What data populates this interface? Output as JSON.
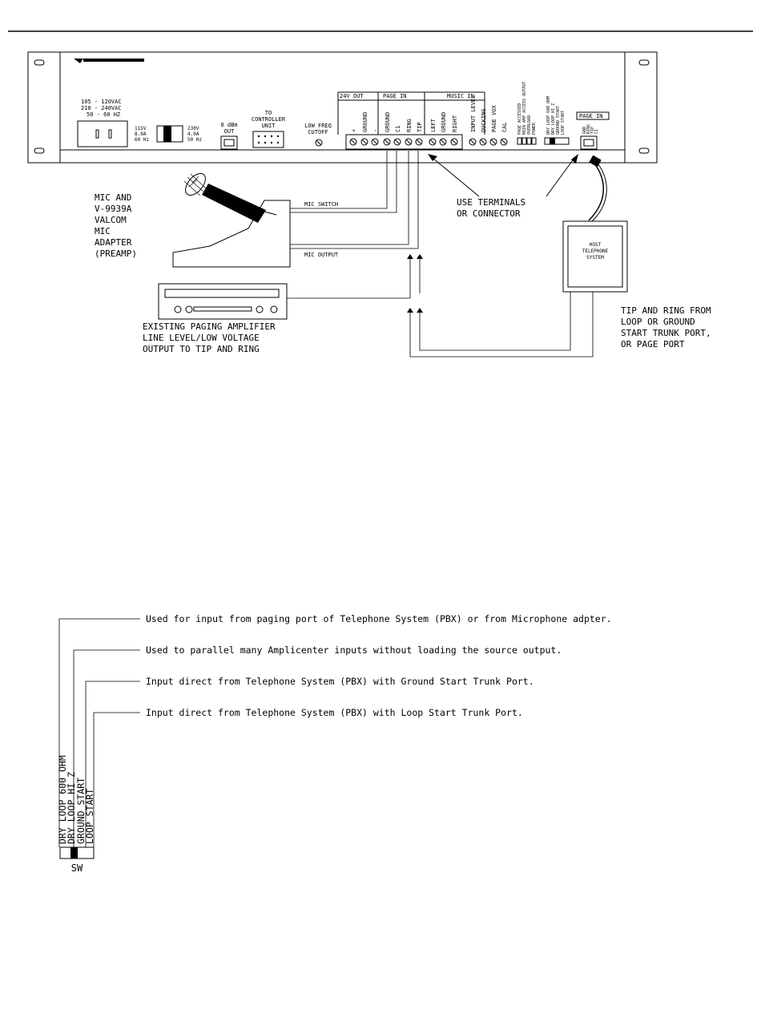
{
  "panel": {
    "voltage": [
      "105 - 120VAC",
      "210 - 240VAC",
      "50 - 60 HZ"
    ],
    "switch_left": [
      "115V",
      "8.0A",
      "60 Hz"
    ],
    "switch_right": [
      "230V",
      "4.0A",
      "50 Hz"
    ],
    "dbm_out": [
      "0 dBm",
      "OUT"
    ],
    "controller": [
      "TO",
      "CONTROLLER",
      "UNIT"
    ],
    "low_freq": [
      "LOW FREQ",
      "CUTOFF"
    ],
    "sections": {
      "v24": "24V OUT",
      "page_in": "PAGE IN",
      "music_in": "MUSIC IN",
      "page_in_right": "PAGE IN"
    },
    "terminals": [
      "+",
      "GROUND",
      "-",
      "GROUND",
      "C1",
      "RING",
      "TIP",
      "LEFT",
      "GROUND",
      "RIGHT",
      "INPUT LEVEL",
      "DUCKING",
      "PAGE VOX",
      "CAL"
    ],
    "leds": [
      "PAGE ACCESSED",
      "MAIN AMP ACCESS OUTPUT",
      "OVERLOAD",
      "POWER"
    ],
    "sw_mini": [
      "DRY LOOP 600 OHM",
      "DRY LOOP HI Z",
      "GROUND START",
      "LOOP START"
    ],
    "rj_pins": [
      "GND",
      "RING",
      "TIP",
      "C1"
    ]
  },
  "labels": {
    "mic_adapter": [
      "MIC AND",
      "V-9939A",
      "VALCOM",
      "MIC",
      "ADAPTER",
      "(PREAMP)"
    ],
    "mic_switch": "MIC SWITCH",
    "mic_output": "MIC OUTPUT",
    "use_terminals": [
      "USE TERMINALS",
      "OR CONNECTOR"
    ],
    "host": [
      "HOST",
      "TELEPHONE",
      "SYSTEM"
    ],
    "amplifier": [
      "EXISTING PAGING AMPLIFIER",
      "LINE LEVEL/LOW VOLTAGE",
      "OUTPUT TO TIP AND RING"
    ],
    "tip_ring": [
      "TIP AND RING FROM",
      "LOOP OR GROUND",
      "START TRUNK PORT,",
      "OR PAGE PORT"
    ]
  },
  "switch_legend": {
    "descriptions": [
      "Used for input from paging port of Telephone System (PBX) or from Microphone adpter.",
      "Used to parallel many Amplicenter inputs without loading the source output.",
      "Input direct from Telephone System (PBX) with Ground Start Trunk Port.",
      "Input direct from Telephone System (PBX) with Loop Start Trunk Port."
    ],
    "positions": [
      "DRY LOOP 600 OHM",
      "DRY LOOP HI Z",
      "GROUND START",
      "LOOP START"
    ],
    "sw_label": "SW"
  }
}
